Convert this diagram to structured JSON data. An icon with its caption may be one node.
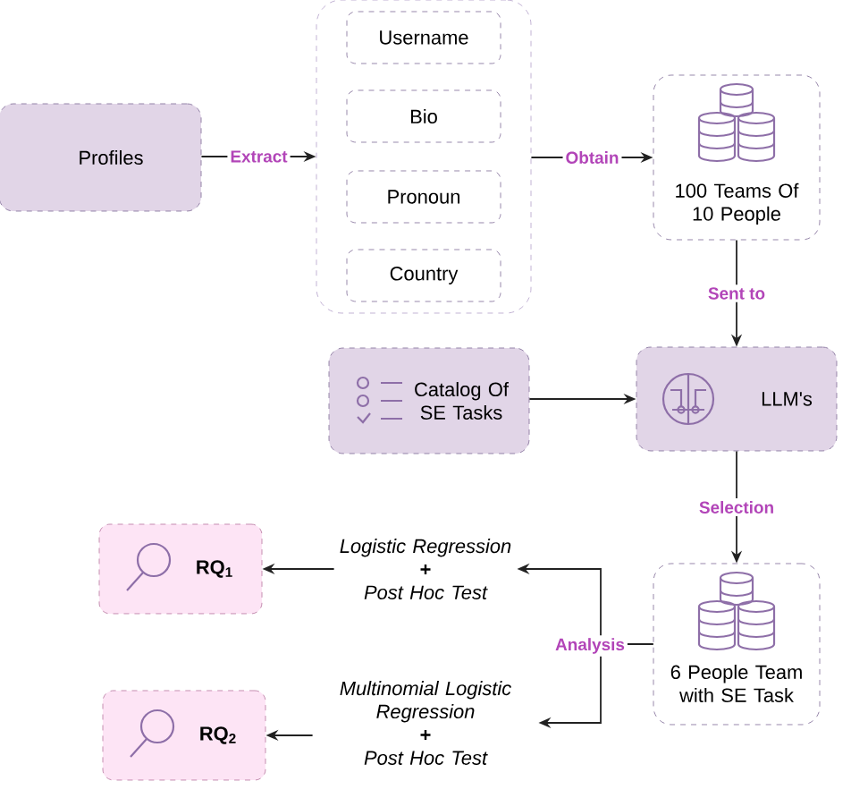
{
  "diagram": {
    "nodes": [
      {
        "text": [
          "Profiles"
        ]
      },
      {
        "text": [],
        "shape": "box"
      },
      {
        "text": [
          "Username"
        ],
        "in": 1
      },
      {
        "text": [
          "Bio"
        ],
        "in": 1
      },
      {
        "text": [
          "Pronoun"
        ],
        "in": 1
      },
      {
        "text": [
          "Country"
        ],
        "in": 1
      },
      {
        "text": [
          "100 Teams Of 10 People"
        ]
      },
      {
        "text": [
          "Catalog Of SE Tasks"
        ]
      },
      {
        "text": [
          "LLM's"
        ]
      },
      {
        "text": [
          "6 People Team with SE Task"
        ]
      },
      {
        "text": [
          "Logistic Regression",
          "+",
          "Post Hoc Test"
        ]
      },
      {
        "text": [
          "Multinomial Logistic Regression",
          "+",
          "Post Hoc Test"
        ]
      },
      {
        "text": [
          "RQ$_{1}$"
        ]
      },
      {
        "text": [
          "RQ$_{2}$"
        ]
      }
    ],
    "edges": [
      {
        "from": 0,
        "to": 1,
        "arrow": "to",
        "label": "Extract"
      },
      {
        "from": 1,
        "to": 6,
        "arrow": "to",
        "label": "Obtain"
      },
      {
        "from": 6,
        "to": 8,
        "arrow": "to",
        "label": "Sent to"
      },
      {
        "from": 7,
        "to": 8,
        "arrow": "to"
      },
      {
        "from": 8,
        "to": 9,
        "arrow": "to",
        "label": "Selection"
      },
      {
        "from": 9,
        "to": 10,
        "arrow": "to",
        "label": "Analysis"
      },
      {
        "from": 9,
        "to": 11,
        "arrow": "to"
      },
      {
        "from": 10,
        "to": 12,
        "arrow": "to"
      },
      {
        "from": 11,
        "to": 13,
        "arrow": "to"
      }
    ]
  }
}
